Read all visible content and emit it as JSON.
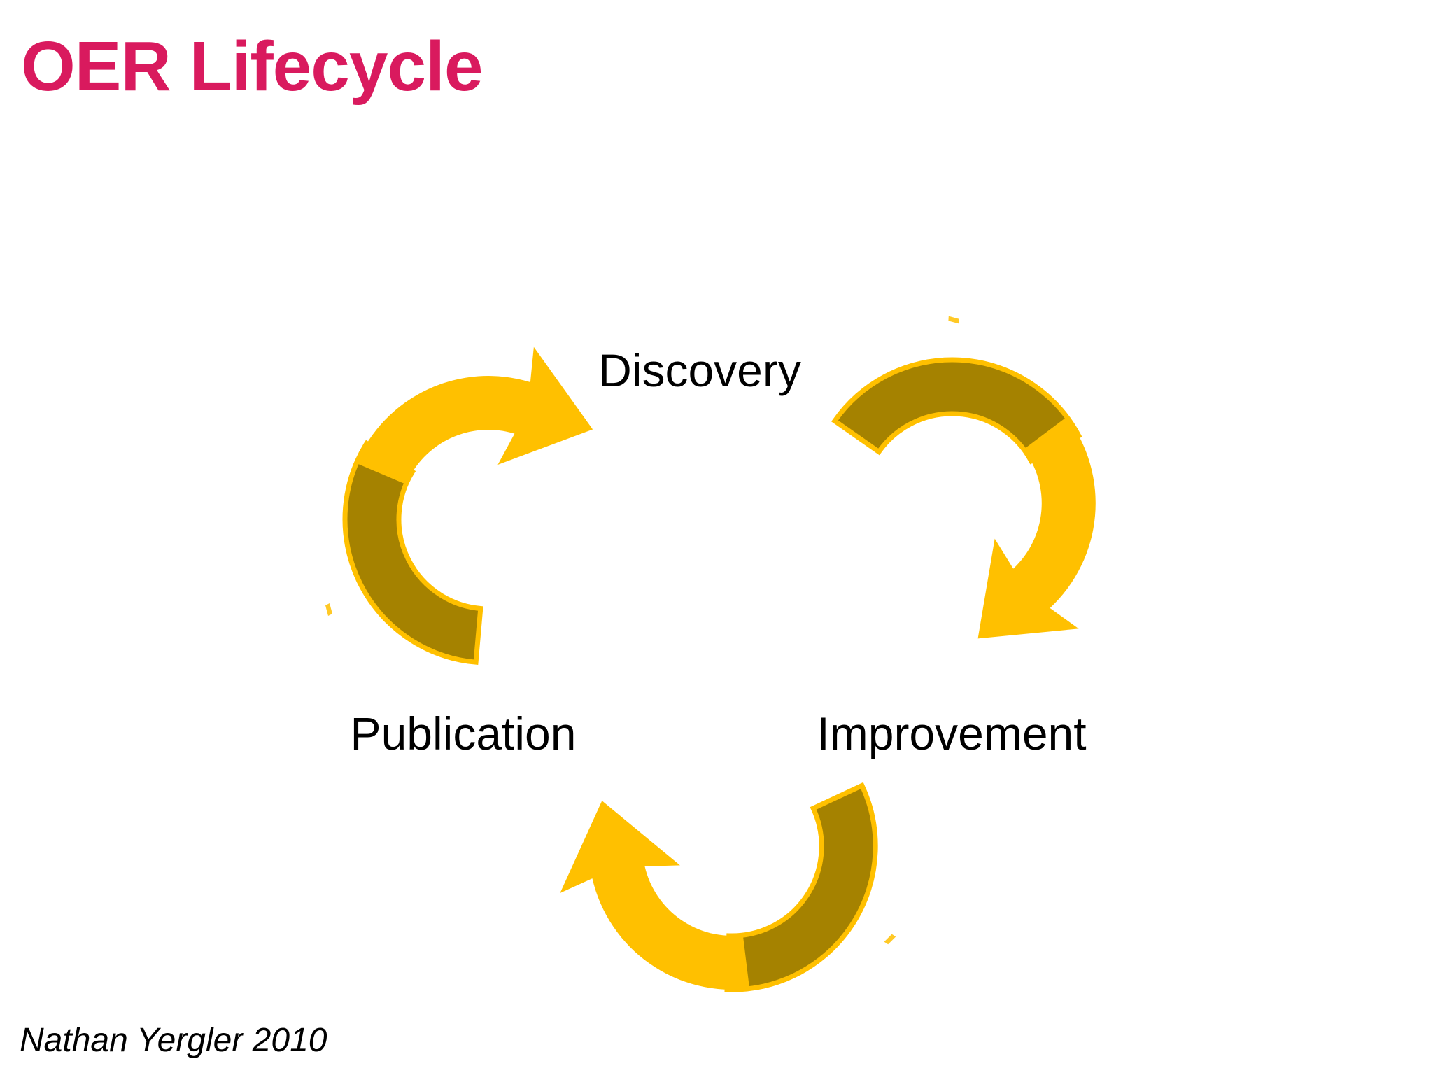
{
  "slide": {
    "title": "OER Lifecycle",
    "credit": "Nathan Yergler 2010",
    "colors": {
      "background": "#FFFFFF",
      "title": "#D91A5E",
      "label": "#000000",
      "arrow_bright": "#FFC000",
      "arrow_dark": "#A58200"
    },
    "cycle": {
      "nodes": [
        {
          "id": "discovery",
          "label": "Discovery"
        },
        {
          "id": "improvement",
          "label": "Improvement"
        },
        {
          "id": "publication",
          "label": "Publication"
        }
      ],
      "arrows": [
        {
          "from": "Discovery",
          "to": "Improvement"
        },
        {
          "from": "Improvement",
          "to": "Publication"
        },
        {
          "from": "Publication",
          "to": "Discovery"
        }
      ]
    }
  }
}
